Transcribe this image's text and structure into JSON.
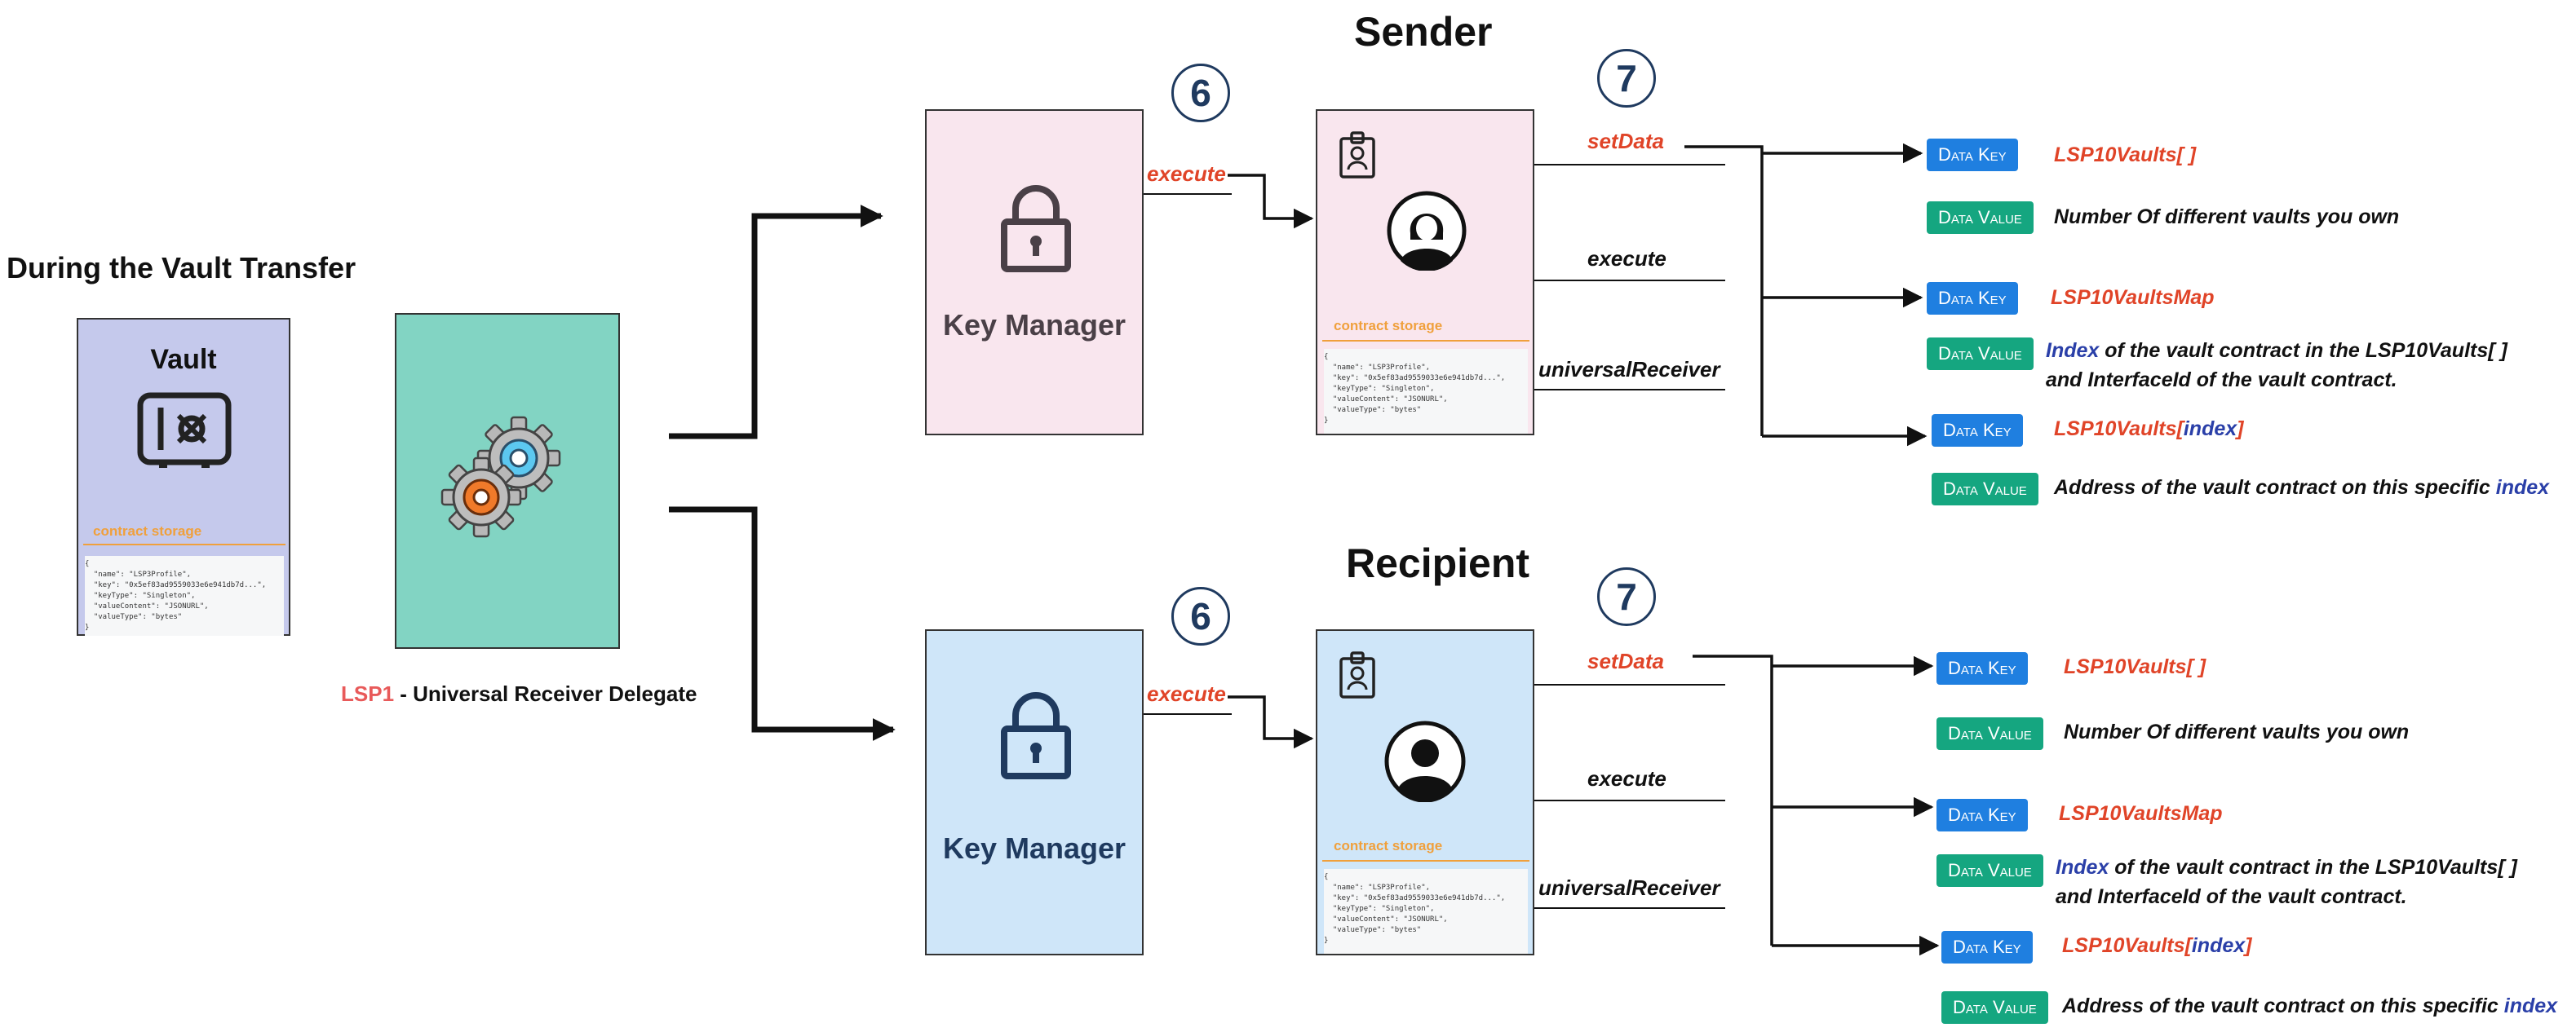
{
  "left": {
    "title": "During the Vault Transfer",
    "vault_title": "Vault",
    "storage_label": "contract storage",
    "code": "{\n  \"name\": \"LSP3Profile\",\n  \"key\": \"0x5ef83ad9559033e6e941db7d...\",\n  \"keyType\": \"Singleton\",\n  \"valueContent\": \"JSONURL\",\n  \"valueType\": \"bytes\"\n}",
    "urd_prefix": "LSP1",
    "urd_suffix": " - Universal Receiver Delegate"
  },
  "sender": {
    "title": "Sender",
    "step_km": "6",
    "step_profile": "7",
    "km_label": "Key Manager",
    "km_execute": "execute",
    "storage_label": "contract storage",
    "code": "{\n  \"name\": \"LSP3Profile\",\n  \"key\": \"0x5ef83ad9559033e6e941db7d...\",\n  \"keyType\": \"Singleton\",\n  \"valueContent\": \"JSONURL\",\n  \"valueType\": \"bytes\"\n}",
    "fn_setdata": "setData",
    "fn_execute": "execute",
    "fn_urd": "universalReceiver",
    "entries": [
      {
        "badge": "Data Key",
        "parts": [
          {
            "t": "LSP10Vaults[ ]",
            "c": "red"
          }
        ]
      },
      {
        "badge": "Data Value",
        "parts": [
          {
            "t": "Number Of different vaults you own",
            "c": ""
          }
        ]
      },
      {
        "badge": "Data Key",
        "parts": [
          {
            "t": "LSP10VaultsMap",
            "c": "red"
          }
        ]
      },
      {
        "badge": "Data Value",
        "parts": [
          {
            "t": "Index",
            "c": "hl"
          },
          {
            "t": " of the vault contract in the LSP10Vaults[ ]",
            "c": ""
          }
        ],
        "line2": "and InterfaceId of the vault contract."
      },
      {
        "badge": "Data Key",
        "parts": [
          {
            "t": "LSP10Vaults[",
            "c": "red"
          },
          {
            "t": "index",
            "c": "hl"
          },
          {
            "t": "]",
            "c": "red"
          }
        ]
      },
      {
        "badge": "Data Value",
        "parts": [
          {
            "t": "Address of the vault contract on this specific ",
            "c": ""
          },
          {
            "t": "index",
            "c": "hl"
          }
        ]
      }
    ]
  },
  "recipient": {
    "title": "Recipient",
    "step_km": "6",
    "step_profile": "7",
    "km_label": "Key Manager",
    "km_execute": "execute",
    "storage_label": "contract storage",
    "code": "{\n  \"name\": \"LSP3Profile\",\n  \"key\": \"0x5ef83ad9559033e6e941db7d...\",\n  \"keyType\": \"Singleton\",\n  \"valueContent\": \"JSONURL\",\n  \"valueType\": \"bytes\"\n}",
    "fn_setdata": "setData",
    "fn_execute": "execute",
    "fn_urd": "universalReceiver",
    "entries": [
      {
        "badge": "Data Key",
        "parts": [
          {
            "t": "LSP10Vaults[ ]",
            "c": "red"
          }
        ]
      },
      {
        "badge": "Data Value",
        "parts": [
          {
            "t": "Number Of different vaults you own",
            "c": ""
          }
        ]
      },
      {
        "badge": "Data Key",
        "parts": [
          {
            "t": "LSP10VaultsMap",
            "c": "red"
          }
        ]
      },
      {
        "badge": "Data Value",
        "parts": [
          {
            "t": "Index",
            "c": "hl"
          },
          {
            "t": " of the vault contract in the LSP10Vaults[ ]",
            "c": ""
          }
        ],
        "line2": "and InterfaceId of the vault contract."
      },
      {
        "badge": "Data Key",
        "parts": [
          {
            "t": "LSP10Vaults[",
            "c": "red"
          },
          {
            "t": "index",
            "c": "hl"
          },
          {
            "t": "]",
            "c": "red"
          }
        ]
      },
      {
        "badge": "Data Value",
        "parts": [
          {
            "t": "Address of the vault contract on this specific ",
            "c": ""
          },
          {
            "t": "index",
            "c": "hl"
          }
        ]
      }
    ]
  },
  "colors": {
    "vault_fill": "#c5c9ec",
    "urd_fill": "#82d4c3",
    "sender_fill": "#f9e6ee",
    "recipient_fill": "#cfe6f9",
    "key_badge": "#1f7fe0",
    "value_badge": "#15a680",
    "accent_red": "#e04428",
    "index_blue": "#2a3fa8"
  },
  "icons": {
    "vault": "safe-icon",
    "urd": "gears-icon",
    "km": "padlock-icon",
    "sender_profile": "woman-avatar-icon",
    "recipient_profile": "man-avatar-icon",
    "id_card": "id-badge-icon"
  }
}
